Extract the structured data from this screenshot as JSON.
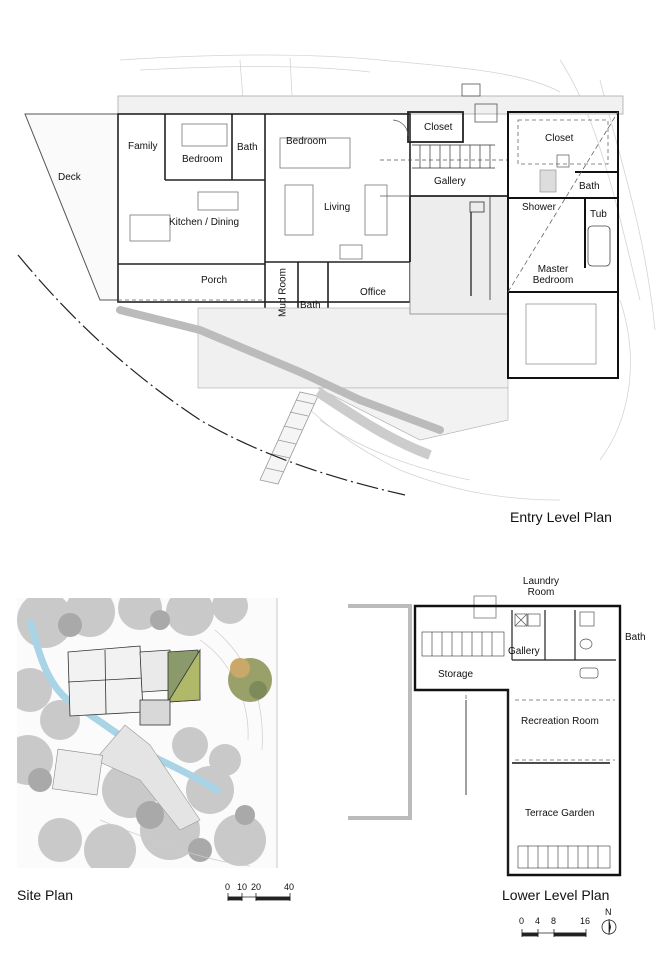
{
  "entry_level": {
    "title": "Entry Level Plan",
    "rooms": {
      "closet_a": "Closet",
      "closet_b": "Closet",
      "family": "Family",
      "bedroom_a": "Bedroom",
      "bath_a": "Bath",
      "bedroom_b": "Bedroom",
      "deck": "Deck",
      "gallery": "Gallery",
      "bath_b": "Bath",
      "living": "Living",
      "kitchen_dining": "Kitchen / Dining",
      "shower": "Shower",
      "tub": "Tub",
      "master_bedroom_1": "Master",
      "master_bedroom_2": "Bedroom",
      "porch": "Porch",
      "mud_room": "Mud Room",
      "bath_c": "Bath",
      "office": "Office"
    }
  },
  "site_plan": {
    "title": "Site Plan",
    "scale_ticks": [
      "0",
      "10",
      "20",
      "40"
    ]
  },
  "lower_level": {
    "title": "Lower Level Plan",
    "rooms": {
      "laundry_1": "Laundry",
      "laundry_2": "Room",
      "bath": "Bath",
      "gallery": "Gallery",
      "storage": "Storage",
      "recreation": "Recreation Room",
      "terrace": "Terrace Garden"
    },
    "scale_ticks": [
      "0",
      "4",
      "8",
      "16"
    ],
    "north": "N"
  }
}
